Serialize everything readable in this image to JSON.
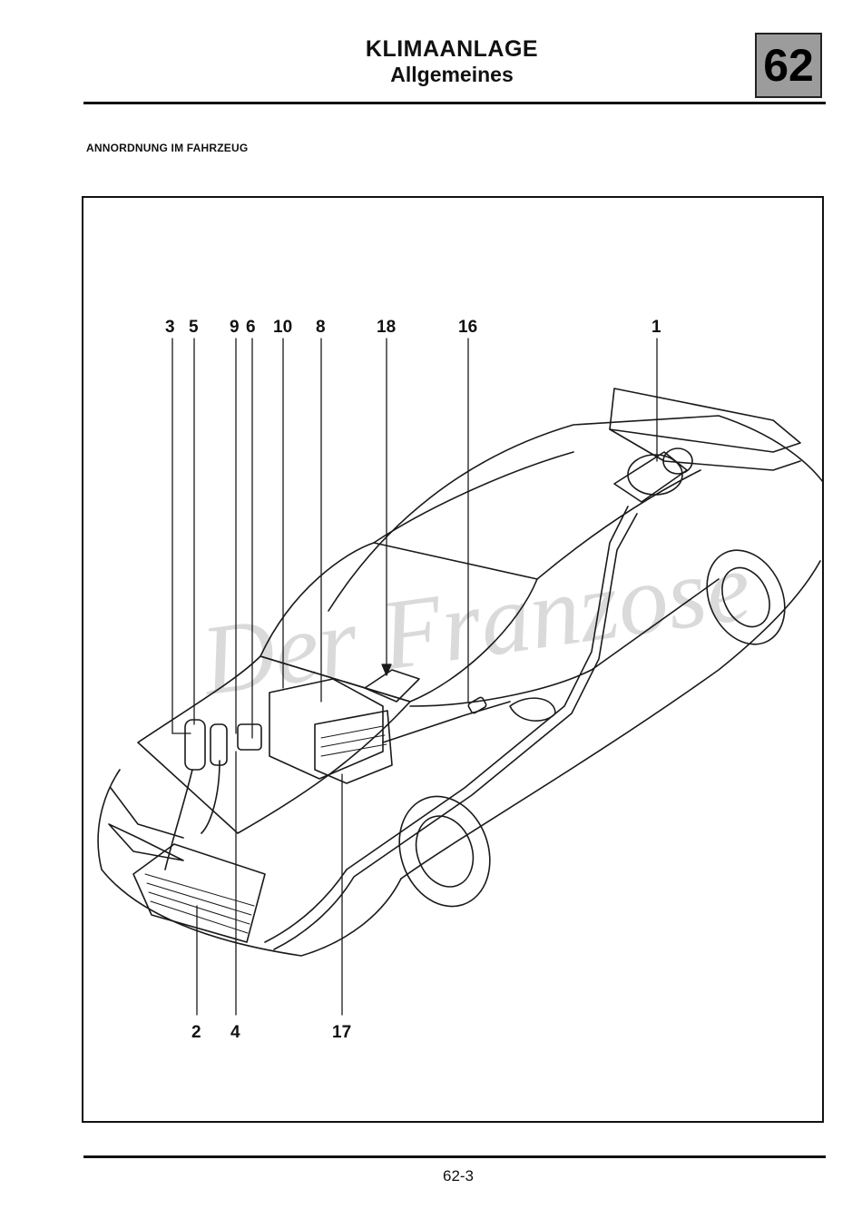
{
  "header": {
    "title": "KLIMAANLAGE",
    "subtitle": "Allgemeines",
    "section_number": "62"
  },
  "section_heading": "ANNORDNUNG IM FAHRZEUG",
  "diagram": {
    "subject": "car-cutaway-air-conditioning-layout",
    "watermark": "Der Franzose",
    "callouts_top": [
      "3",
      "5",
      "9",
      "6",
      "10",
      "8",
      "18",
      "16",
      "1"
    ],
    "callouts_bottom": [
      "2",
      "4",
      "17"
    ]
  },
  "footer": {
    "page_number": "62-3"
  }
}
